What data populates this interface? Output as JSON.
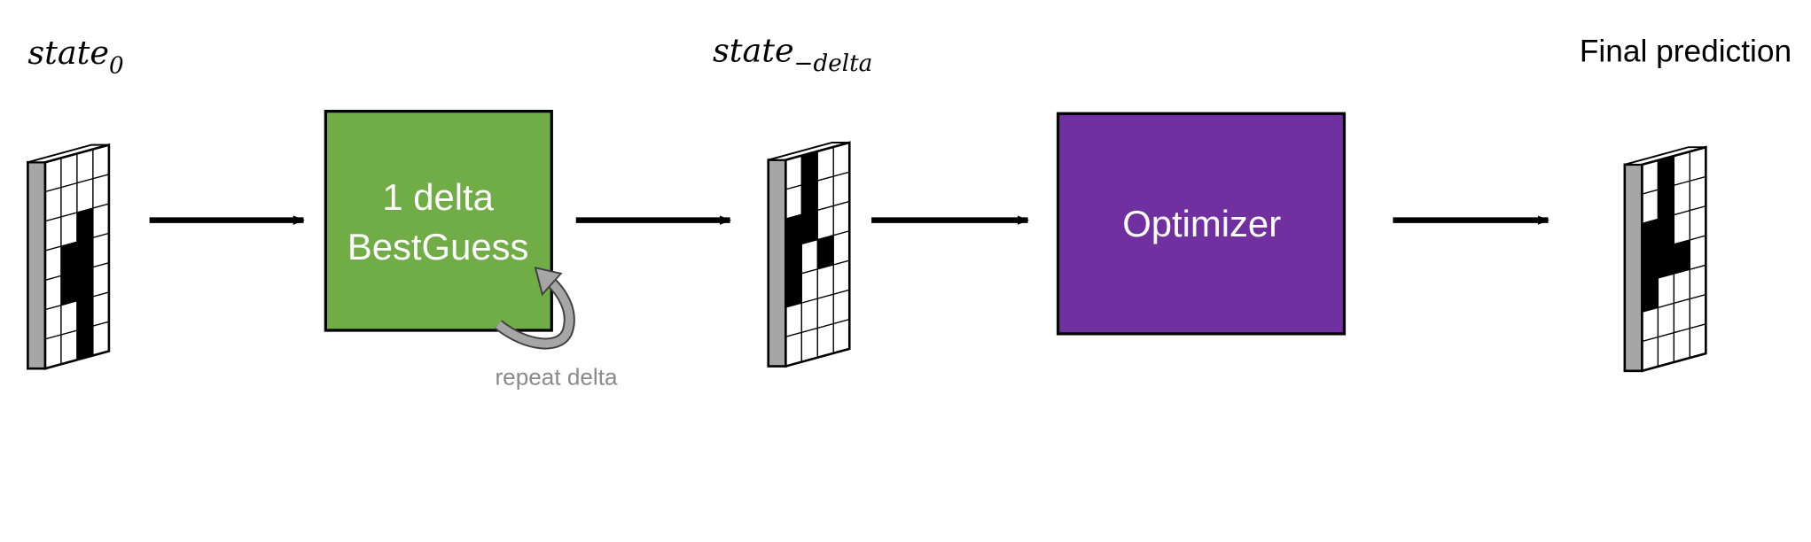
{
  "labels": {
    "state0_base": "state",
    "state0_sub": "0",
    "state_delta_base": "state",
    "state_delta_sub": "−delta",
    "final_prediction": "Final prediction"
  },
  "boxes": {
    "bestguess": {
      "line1": "1 delta",
      "line2": "BestGuess",
      "color": "#70ad47"
    },
    "optimizer": {
      "label": "Optimizer",
      "color": "#7030a0"
    }
  },
  "loop_caption": "repeat delta",
  "grids": {
    "rows": 7,
    "cols": 4,
    "state0": [
      [
        0,
        0,
        0,
        0
      ],
      [
        0,
        0,
        0,
        0
      ],
      [
        0,
        0,
        1,
        0
      ],
      [
        0,
        1,
        1,
        0
      ],
      [
        0,
        1,
        1,
        0
      ],
      [
        0,
        0,
        1,
        0
      ],
      [
        0,
        0,
        1,
        0
      ]
    ],
    "state_delta": [
      [
        0,
        1,
        0,
        0
      ],
      [
        0,
        1,
        0,
        0
      ],
      [
        1,
        1,
        0,
        0
      ],
      [
        1,
        0,
        1,
        0
      ],
      [
        1,
        0,
        0,
        0
      ],
      [
        0,
        0,
        0,
        0
      ],
      [
        0,
        0,
        0,
        0
      ]
    ],
    "final": [
      [
        0,
        1,
        0,
        0
      ],
      [
        0,
        1,
        0,
        0
      ],
      [
        1,
        1,
        0,
        0
      ],
      [
        1,
        1,
        1,
        0
      ],
      [
        1,
        0,
        0,
        0
      ],
      [
        0,
        0,
        0,
        0
      ],
      [
        0,
        0,
        0,
        0
      ]
    ]
  },
  "colors": {
    "grid_side": "#a6a6a6",
    "cell_on": "#000000",
    "cell_off": "#ffffff",
    "arrow": "#000000",
    "loop_arrow": "#a6a6a6"
  }
}
